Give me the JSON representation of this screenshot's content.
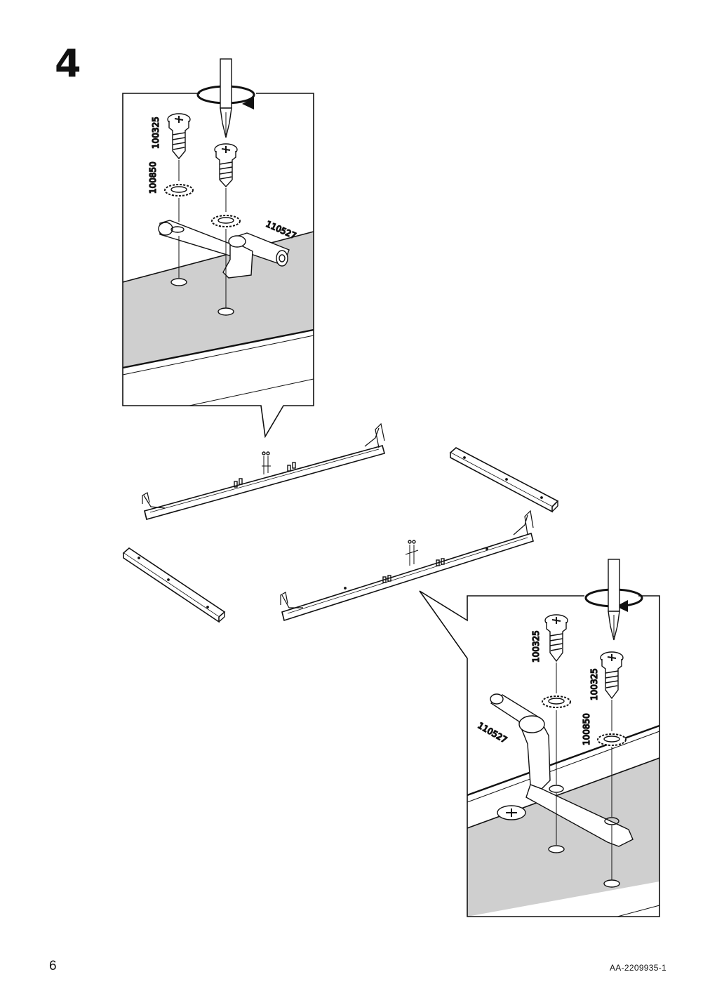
{
  "step": {
    "number": "4"
  },
  "parts": {
    "screw": "100325",
    "washer": "100850",
    "bracket": "110527"
  },
  "footer": {
    "page_number": "6",
    "document_code": "AA-2209935-1"
  }
}
